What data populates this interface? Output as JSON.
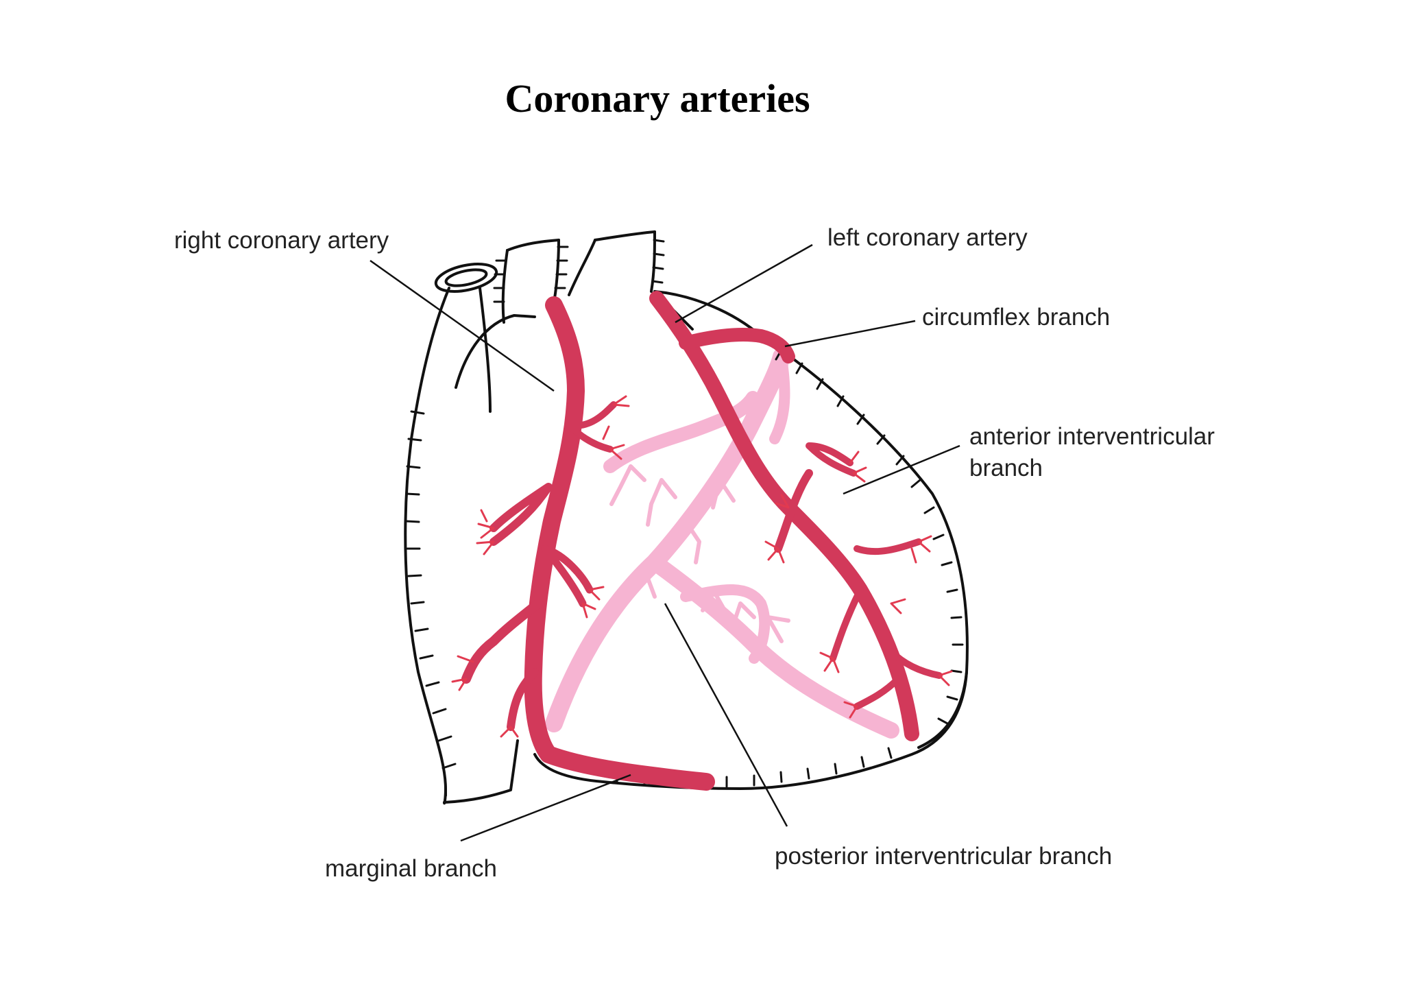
{
  "title": "Coronary arteries",
  "colors": {
    "artery_front": "#d2395a",
    "artery_back": "#f6b4d2",
    "capillary": "#e23a50",
    "outline": "#111111"
  },
  "labels": {
    "right_coronary_artery": "right coronary artery",
    "left_coronary_artery": "left coronary artery",
    "circumflex_branch": "circumflex branch",
    "anterior_interventricular_line1": "anterior interventricular",
    "anterior_interventricular_line2": "branch",
    "marginal_branch": "marginal branch",
    "posterior_interventricular_branch": "posterior interventricular branch"
  }
}
